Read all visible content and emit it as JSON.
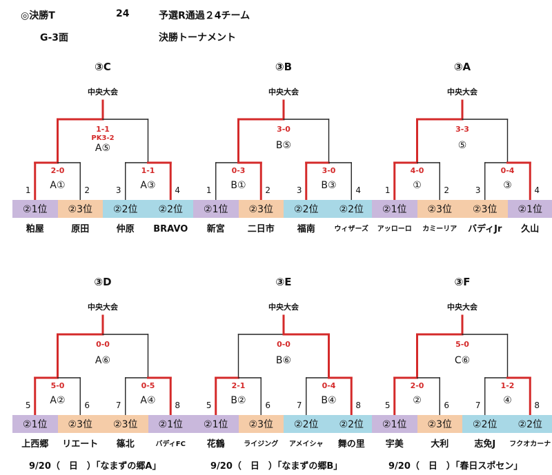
{
  "header": {
    "left1": "◎決勝T",
    "count": "24",
    "title": "予選R通過２4チーム",
    "left2": "G-3面",
    "subtitle": "決勝トーナメント"
  },
  "colors": {
    "win_line": "#d42a2a",
    "lose_line": "#222222",
    "seed_1st": "#c9b8dc",
    "seed_3rd": "#f5cca8",
    "seed_2nd": "#a8d8e6"
  },
  "brackets": [
    {
      "label": "③C",
      "venue": "中央大会",
      "final": {
        "score": "1-1",
        "pk": "PK3-2",
        "slot": "A⑤",
        "winner": "left"
      },
      "semis": [
        {
          "score": "2-0",
          "slot": "A①",
          "winner": "left",
          "numL": "1",
          "numR": "2"
        },
        {
          "score": "1-1",
          "slot": "A③",
          "winner": "right",
          "numL": "3",
          "numR": "4"
        }
      ],
      "seeds": [
        {
          "text": "②1位",
          "kind": "seed_1st"
        },
        {
          "text": "②3位",
          "kind": "seed_3rd"
        },
        {
          "text": "②2位",
          "kind": "seed_2nd"
        },
        {
          "text": "②2位",
          "kind": "seed_2nd"
        }
      ],
      "teams": [
        "粕屋",
        "原田",
        "仲原",
        "BRAVO"
      ],
      "small": [
        false,
        false,
        false,
        false
      ]
    },
    {
      "label": "③B",
      "venue": "中央大会",
      "final": {
        "score": "3-0",
        "pk": "",
        "slot": "B⑤",
        "winner": "left"
      },
      "semis": [
        {
          "score": "0-3",
          "slot": "B①",
          "winner": "right",
          "numL": "1",
          "numR": "2"
        },
        {
          "score": "3-0",
          "slot": "B③",
          "winner": "left",
          "numL": "3",
          "numR": "4"
        }
      ],
      "seeds": [
        {
          "text": "②1位",
          "kind": "seed_1st"
        },
        {
          "text": "②3位",
          "kind": "seed_3rd"
        },
        {
          "text": "②2位",
          "kind": "seed_2nd"
        },
        {
          "text": "②2位",
          "kind": "seed_2nd"
        }
      ],
      "teams": [
        "新宮",
        "二日市",
        "福南",
        "ウィザーズ"
      ],
      "small": [
        false,
        false,
        false,
        true
      ]
    },
    {
      "label": "③A",
      "venue": "中央大会",
      "final": {
        "score": "3-3",
        "pk": "",
        "slot": "⑤",
        "winner": "left"
      },
      "semis": [
        {
          "score": "4-0",
          "slot": "①",
          "winner": "left",
          "numL": "1",
          "numR": "2"
        },
        {
          "score": "0-4",
          "slot": "③",
          "winner": "right",
          "numL": "3",
          "numR": "4"
        }
      ],
      "seeds": [
        {
          "text": "②1位",
          "kind": "seed_1st"
        },
        {
          "text": "②3位",
          "kind": "seed_3rd"
        },
        {
          "text": "②3位",
          "kind": "seed_3rd"
        },
        {
          "text": "②1位",
          "kind": "seed_1st"
        }
      ],
      "teams": [
        "アッローロ",
        "カミーリア",
        "バディJr",
        "久山"
      ],
      "small": [
        true,
        true,
        false,
        false
      ]
    },
    {
      "label": "③D",
      "venue": "中央大会",
      "final": {
        "score": "0-0",
        "pk": "",
        "slot": "A⑥",
        "winner": "left"
      },
      "semis": [
        {
          "score": "5-0",
          "slot": "A②",
          "winner": "left",
          "numL": "5",
          "numR": "6"
        },
        {
          "score": "0-5",
          "slot": "A④",
          "winner": "right",
          "numL": "7",
          "numR": "8"
        }
      ],
      "seeds": [
        {
          "text": "②1位",
          "kind": "seed_1st"
        },
        {
          "text": "②3位",
          "kind": "seed_3rd"
        },
        {
          "text": "②3位",
          "kind": "seed_3rd"
        },
        {
          "text": "②1位",
          "kind": "seed_1st"
        }
      ],
      "teams": [
        "上西郷",
        "リエート",
        "篠北",
        "バディFC"
      ],
      "small": [
        false,
        false,
        false,
        true
      ]
    },
    {
      "label": "③E",
      "venue": "中央大会",
      "final": {
        "score": "0-0",
        "pk": "",
        "slot": "B⑥",
        "winner": "right"
      },
      "semis": [
        {
          "score": "2-1",
          "slot": "B②",
          "winner": "left",
          "numL": "5",
          "numR": "6"
        },
        {
          "score": "0-4",
          "slot": "B④",
          "winner": "right",
          "numL": "7",
          "numR": "8"
        }
      ],
      "seeds": [
        {
          "text": "②1位",
          "kind": "seed_1st"
        },
        {
          "text": "②3位",
          "kind": "seed_3rd"
        },
        {
          "text": "②2位",
          "kind": "seed_2nd"
        },
        {
          "text": "②2位",
          "kind": "seed_2nd"
        }
      ],
      "teams": [
        "花鶴",
        "ライジング",
        "アメイシャ",
        "舞の里"
      ],
      "small": [
        false,
        true,
        true,
        false
      ]
    },
    {
      "label": "③F",
      "venue": "中央大会",
      "final": {
        "score": "5-0",
        "pk": "",
        "slot": "C⑥",
        "winner": "left"
      },
      "semis": [
        {
          "score": "2-0",
          "slot": "②",
          "winner": "left",
          "numL": "5",
          "numR": "6"
        },
        {
          "score": "1-2",
          "slot": "④",
          "winner": "right",
          "numL": "7",
          "numR": "8"
        }
      ],
      "seeds": [
        {
          "text": "②1位",
          "kind": "seed_1st"
        },
        {
          "text": "②3位",
          "kind": "seed_3rd"
        },
        {
          "text": "②2位",
          "kind": "seed_2nd"
        },
        {
          "text": "②2位",
          "kind": "seed_2nd"
        }
      ],
      "teams": [
        "宇美",
        "大利",
        "志免J",
        "フクオカーナ"
      ],
      "small": [
        false,
        false,
        false,
        true
      ]
    }
  ],
  "dates": [
    "9/20（　日　）「なまずの郷A」",
    "9/20（　日　）「なまずの郷B」",
    "9/20（　日　）「春日スポセン」"
  ]
}
